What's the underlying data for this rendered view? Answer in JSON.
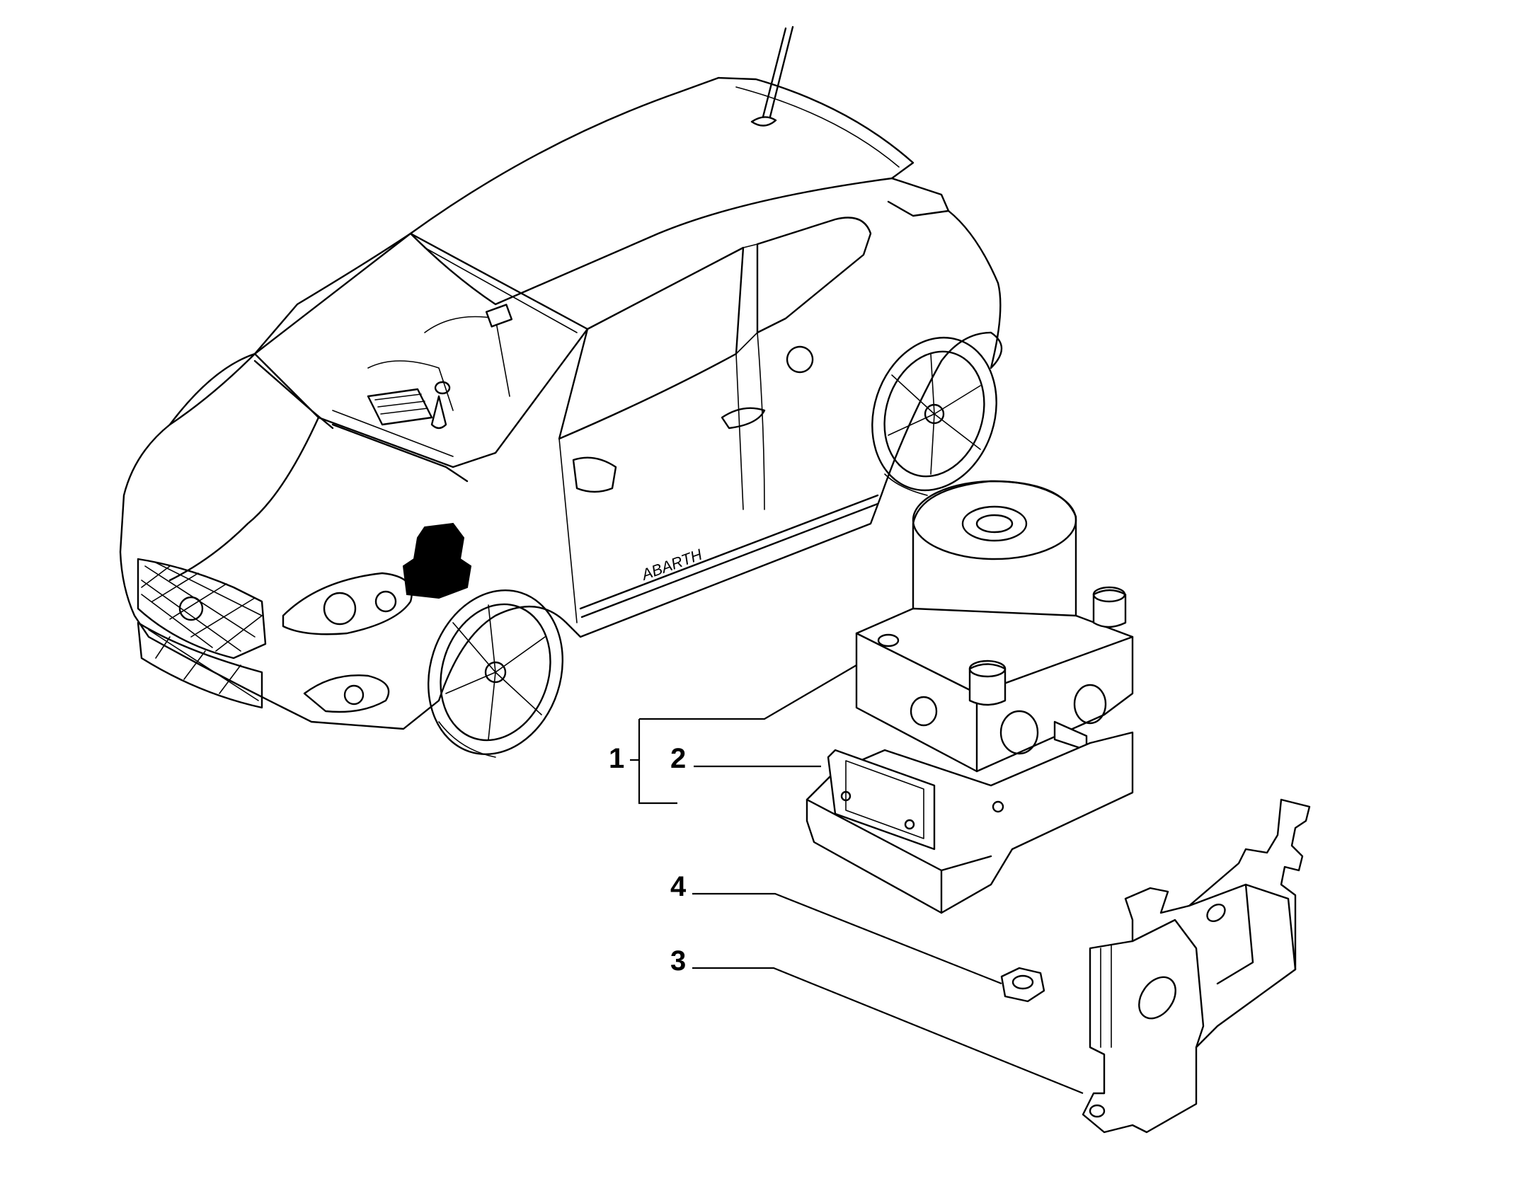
{
  "callouts": {
    "item_1": "1",
    "item_2": "2",
    "item_3": "3",
    "item_4": "4"
  },
  "car": {
    "badge_text": "ABARTH"
  },
  "colors": {
    "line": "#000000",
    "background": "#ffffff",
    "highlight_part": "#000000"
  }
}
